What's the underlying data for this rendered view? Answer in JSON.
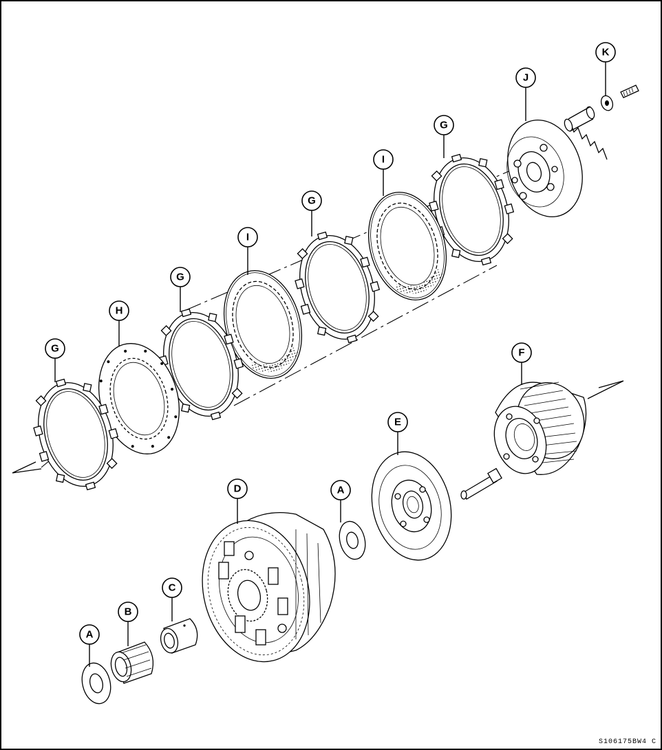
{
  "diagram": {
    "callouts": [
      {
        "id": "callout-j",
        "label": "J"
      },
      {
        "id": "callout-k",
        "label": "K"
      },
      {
        "id": "callout-g-4",
        "label": "G"
      },
      {
        "id": "callout-i-2",
        "label": "I"
      },
      {
        "id": "callout-g-3",
        "label": "G"
      },
      {
        "id": "callout-i-1",
        "label": "I"
      },
      {
        "id": "callout-g-2",
        "label": "G"
      },
      {
        "id": "callout-h",
        "label": "H"
      },
      {
        "id": "callout-g-1",
        "label": "G"
      },
      {
        "id": "callout-f",
        "label": "F"
      },
      {
        "id": "callout-e",
        "label": "E"
      },
      {
        "id": "callout-a-2",
        "label": "A"
      },
      {
        "id": "callout-d",
        "label": "D"
      },
      {
        "id": "callout-c",
        "label": "C"
      },
      {
        "id": "callout-b",
        "label": "B"
      },
      {
        "id": "callout-a-1",
        "label": "A"
      }
    ],
    "figure_code": "S106175BW4 C"
  }
}
